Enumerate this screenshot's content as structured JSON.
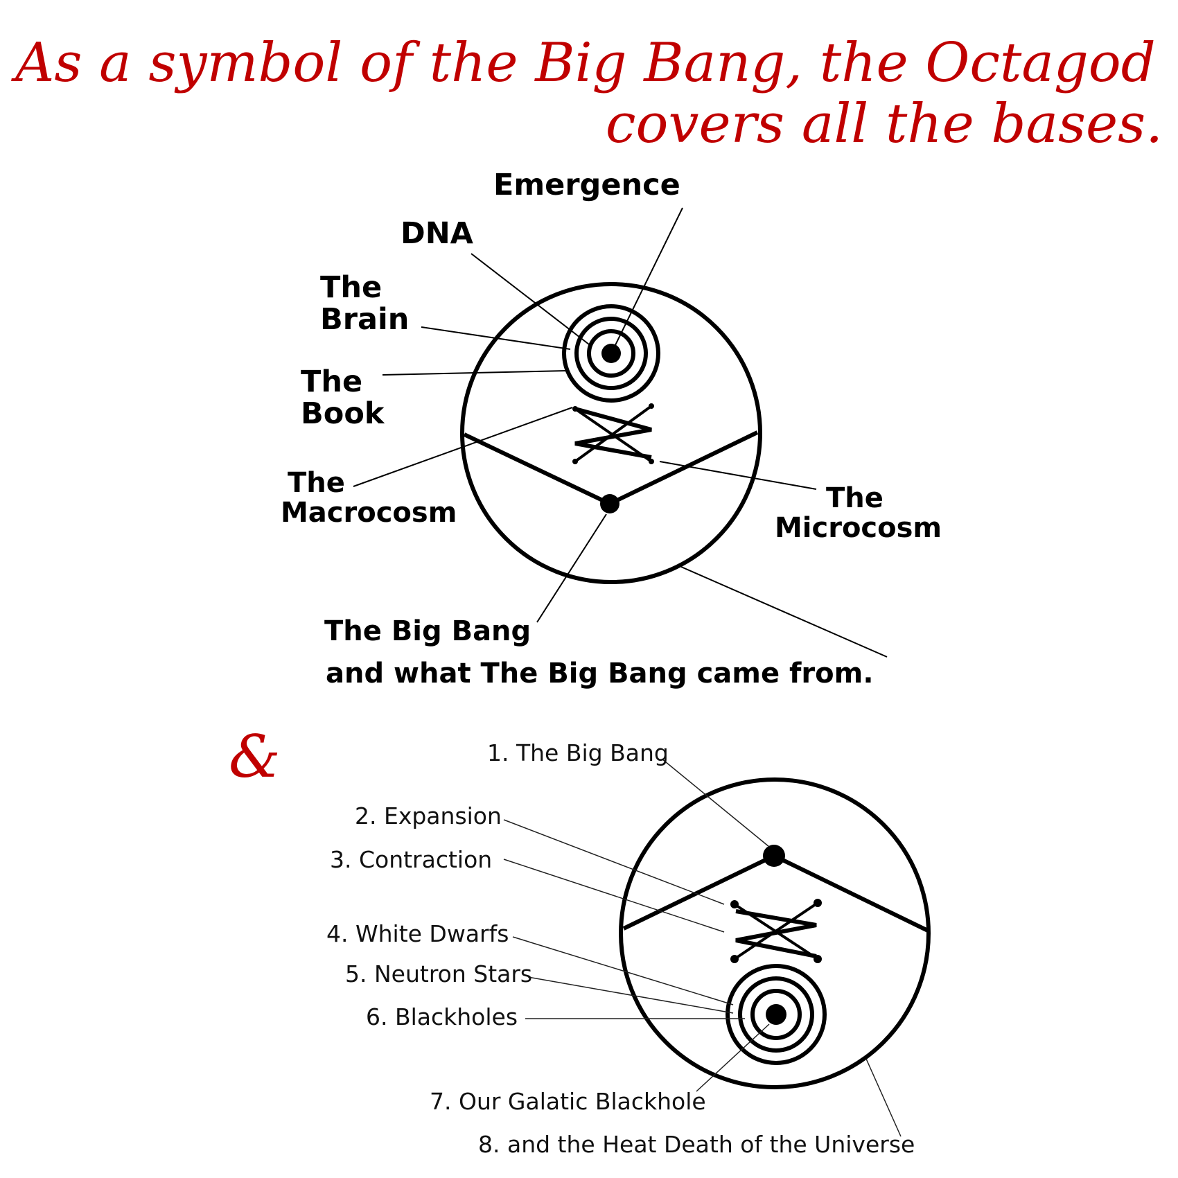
{
  "title": {
    "line1": "As a symbol of the Big Bang, the Octagod",
    "line2": "covers all the bases."
  },
  "colors": {
    "title": "#c00000",
    "ink": "#000000",
    "ampersand": "#c00000"
  },
  "top_diagram": {
    "labels": {
      "emergence": "Emergence",
      "dna": "DNA",
      "brain_1": "The",
      "brain_2": "Brain",
      "book_1": "The",
      "book_2": "Book",
      "macrocosm_1": "The",
      "macrocosm_2": "Macrocosm",
      "microcosm_1": "The",
      "microcosm_2": "Microcosm",
      "big_bang": "The Big Bang",
      "came_from": "and what The Big Bang came from."
    }
  },
  "separator": "&",
  "bottom_diagram": {
    "labels": {
      "l1": "1. The Big Bang",
      "l2": "2. Expansion",
      "l3": "3. Contraction",
      "l4": "4. White Dwarfs",
      "l5": "5. Neutron Stars",
      "l6": "6. Blackholes",
      "l7": "7. Our Galatic Blackhole",
      "l8": "8. and the Heat Death of the Universe"
    }
  }
}
